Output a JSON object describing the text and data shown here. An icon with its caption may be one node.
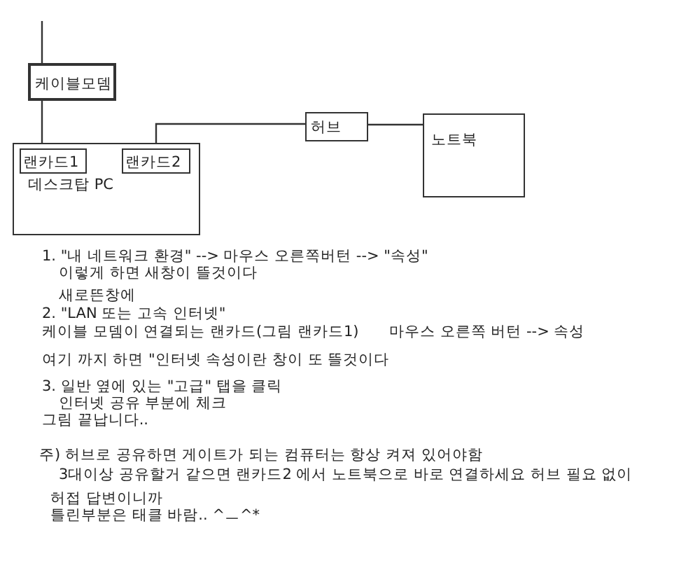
{
  "diagram": {
    "nodes": [
      {
        "text": [
          "케이블모뎀"
        ]
      },
      {
        "text": [
          "데스크탑 PC"
        ]
      },
      {
        "text": [
          "랜카드1"
        ],
        "in": 1
      },
      {
        "text": [
          "랜카드2"
        ],
        "in": 1
      },
      {
        "text": [
          "허브"
        ]
      },
      {
        "text": [
          "노트북"
        ]
      }
    ],
    "edges": [
      {
        "from": null,
        "to": 0,
        "arrow": "none"
      },
      {
        "from": 0,
        "to": 2,
        "arrow": "none"
      },
      {
        "from": 3,
        "to": 4,
        "arrow": "none"
      },
      {
        "from": 4,
        "to": 5,
        "arrow": "none"
      }
    ],
    "labels": [
      "1. \"내 네트워크 환경\" --> 마우스 오른쪽버턴 --> \"속성\"",
      "이렇게 하면 새창이 뜰것이다",
      "새로뜬창에",
      "2. \"LAN 또는 고속 인터넷\"",
      "케이블 모뎀이 연결되는 랜카드(그림 랜카드1)",
      "마우스 오른쪽 버턴 --> 속성",
      "여기 까지 하면 \"인터넷 속성이란 창이 또 뜰것이다",
      "3. 일반 옆에 있는 \"고급\" 탭을 클릭",
      "인터넷 공유 부분에 체크",
      "그림 끝납니다..",
      "주) 허브로 공유하면 게이트가 되는 컴퓨터는 항상 켜져 있어야함",
      "3대이상 공유할거 같으면 랜카드2 에서 노트북으로 바로 연결하세요 허브 필요 없이",
      "허접 답변이니까",
      "틀린부분은 태클 바람.. ^ㅡ^*"
    ]
  }
}
